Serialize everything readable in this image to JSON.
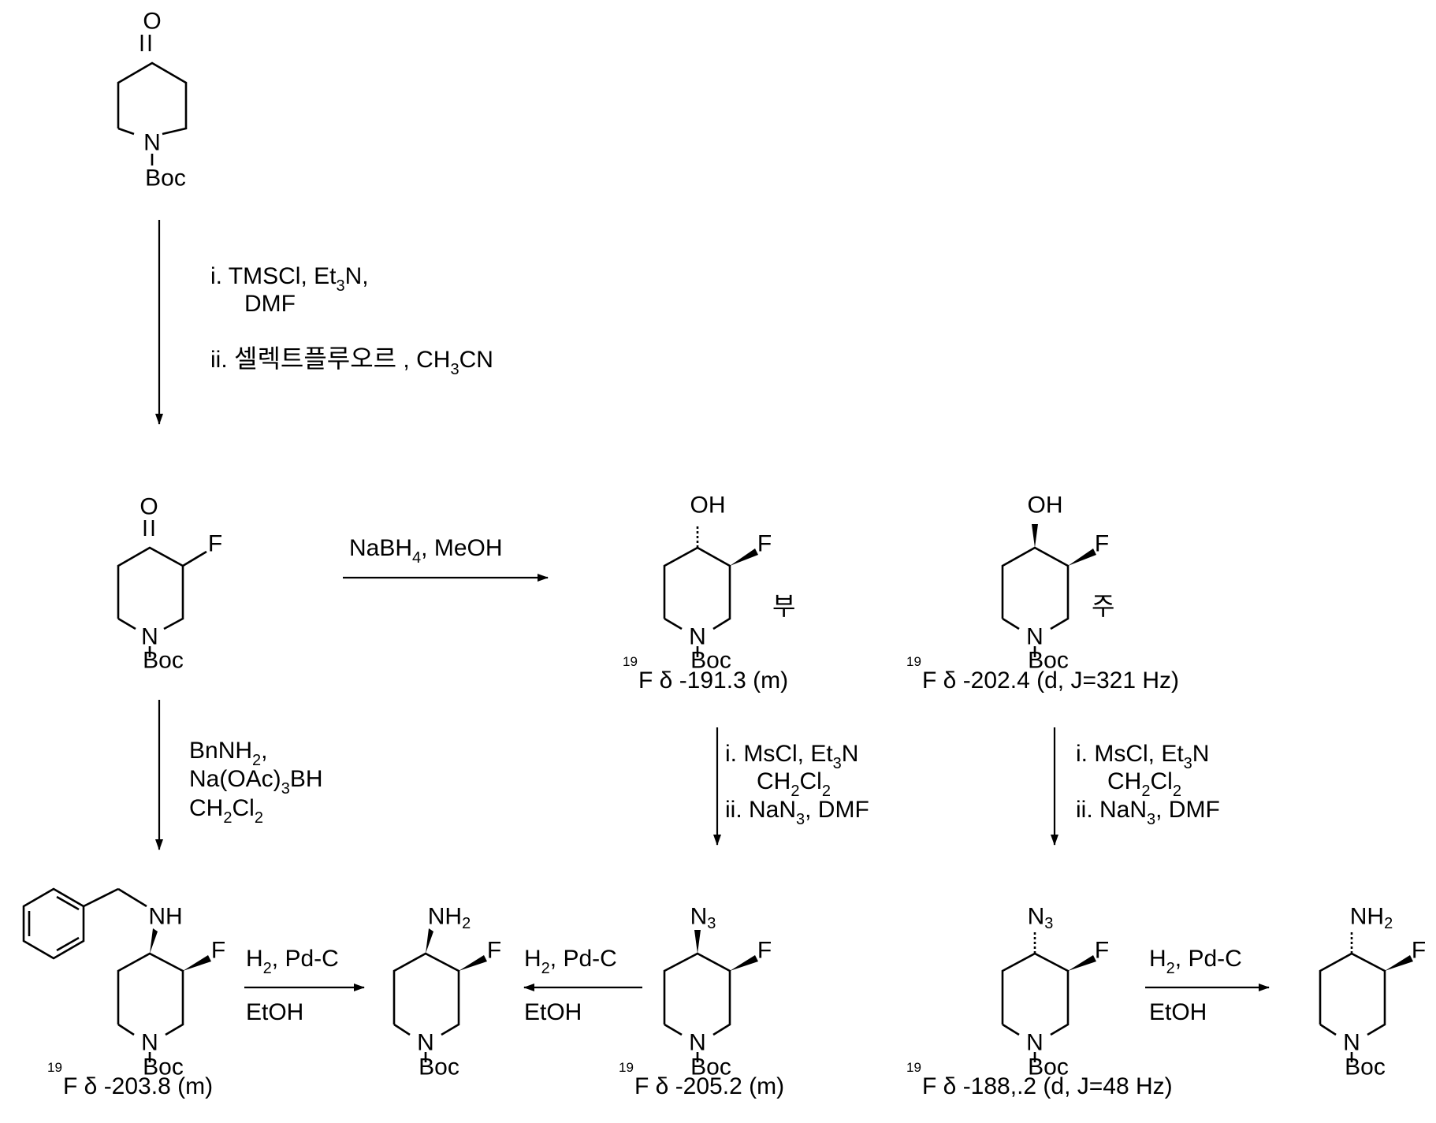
{
  "atoms": {
    "O": "O",
    "N": "N",
    "F": "F",
    "boc": "Boc",
    "oh": "OH",
    "nh": "NH",
    "n3": "N3",
    "nh2": "NH2"
  },
  "reagents": {
    "step1_line1": "i.  TMSCl, Et3N,",
    "step1_line2": "DMF",
    "step1_line3": "ii. 셀렉트플루오르 , CH3CN",
    "reduction": "NaBH4, MeOH",
    "amination_line1": "BnNH2,",
    "amination_line2": "Na(OAc)3BH",
    "amination_line3": "CH2Cl2",
    "mesyl_line1": "i.  MsCl, Et3N",
    "mesyl_line2": "CH2Cl2",
    "mesyl_line3": "ii. NaN3, DMF",
    "hydrog_line1": "H2, Pd-C",
    "hydrog_line2": "EtOH"
  },
  "labels": {
    "minor": "부",
    "major": "주"
  },
  "nmr": {
    "alcohol_minor": "F δ -191.3 (m)",
    "alcohol_major": "F δ -202.4 (d, J=321 Hz)",
    "benzylamine": "F δ -203.8 (m)",
    "azide_cis": "F δ -205.2 (m)",
    "azide_trans": "F δ -188,.2 (d, J=48 Hz)",
    "isotope": "19"
  }
}
